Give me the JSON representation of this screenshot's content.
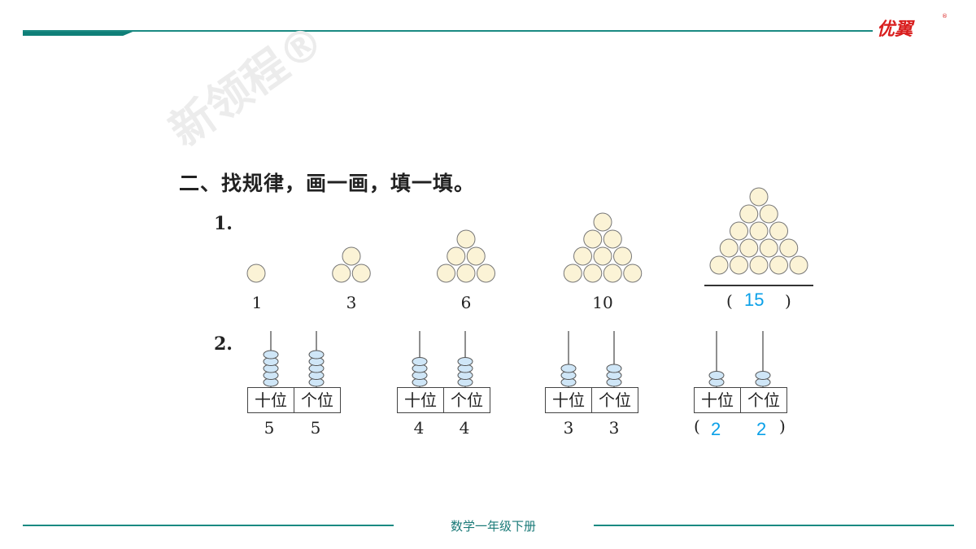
{
  "header": {
    "logo": "优翼",
    "reg": "®"
  },
  "watermark": "新领程®",
  "heading": "二、找规律，画一画，填一填。",
  "q1": {
    "number": "1.",
    "figures": [
      {
        "rows": 1,
        "label": "1"
      },
      {
        "rows": 2,
        "label": "3"
      },
      {
        "rows": 3,
        "label": "6"
      },
      {
        "rows": 4,
        "label": "10"
      },
      {
        "rows": 5,
        "label": "15",
        "is_answer": true
      }
    ],
    "open": "(",
    "close": ")"
  },
  "q2": {
    "number": "2.",
    "tens_label": "十位",
    "ones_label": "个位",
    "open": "(",
    "close": ")",
    "groups": [
      {
        "tens": 5,
        "ones": 5,
        "tens_text": "5",
        "ones_text": "5"
      },
      {
        "tens": 4,
        "ones": 4,
        "tens_text": "4",
        "ones_text": "4"
      },
      {
        "tens": 3,
        "ones": 3,
        "tens_text": "3",
        "ones_text": "3"
      },
      {
        "tens": 2,
        "ones": 2,
        "tens_text": "2",
        "ones_text": "2",
        "is_answer": true
      }
    ]
  },
  "footer": "数学一年级下册",
  "colors": {
    "teal": "#1a8a82",
    "bead": "#cfe6f7",
    "circle": "#fbf3d6",
    "answer": "#0aa0e8",
    "logo": "#d91e1e"
  }
}
